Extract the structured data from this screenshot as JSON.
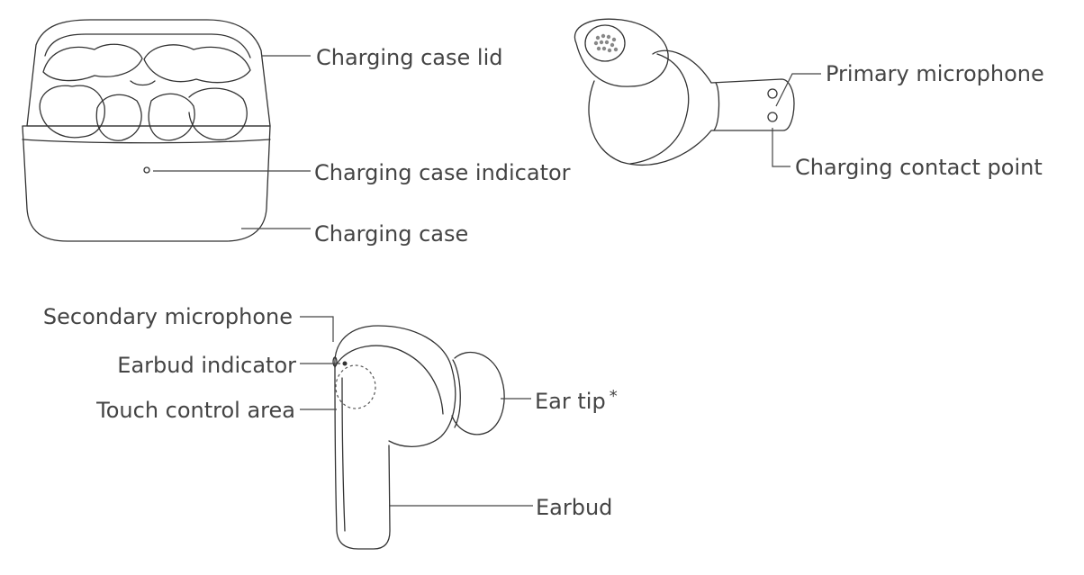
{
  "labels": {
    "charging_case_lid": "Charging case lid",
    "charging_case_indicator": "Charging case indicator",
    "charging_case": "Charging case",
    "primary_microphone": "Primary microphone",
    "charging_contact_point": "Charging contact point",
    "secondary_microphone": "Secondary microphone",
    "earbud_indicator": "Earbud indicator",
    "touch_control_area": "Touch control area",
    "ear_tip": "Ear tip",
    "ear_tip_mark": "*",
    "earbud": "Earbud"
  }
}
